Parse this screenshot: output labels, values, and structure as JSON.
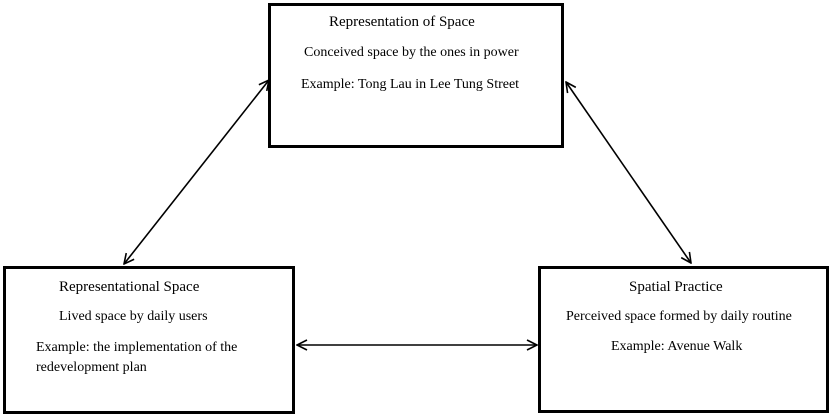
{
  "boxes": {
    "top": {
      "title": "Representation of Space",
      "line1": "Conceived space by the ones in power",
      "line2": "Example: Tong Lau in Lee Tung Street"
    },
    "left": {
      "title": "Representational Space",
      "line1": "Lived space by daily users",
      "line2": "Example: the implementation of the redevelopment plan"
    },
    "right": {
      "title": "Spatial Practice",
      "line1": "Perceived space formed by daily routine",
      "line2": "Example: Avenue Walk"
    }
  },
  "connections": [
    {
      "from": "top",
      "to": "left",
      "type": "bidirectional-arrow"
    },
    {
      "from": "top",
      "to": "right",
      "type": "bidirectional-arrow"
    },
    {
      "from": "left",
      "to": "right",
      "type": "bidirectional-arrow"
    }
  ],
  "colors": {
    "stroke": "#000000",
    "background": "#ffffff"
  }
}
